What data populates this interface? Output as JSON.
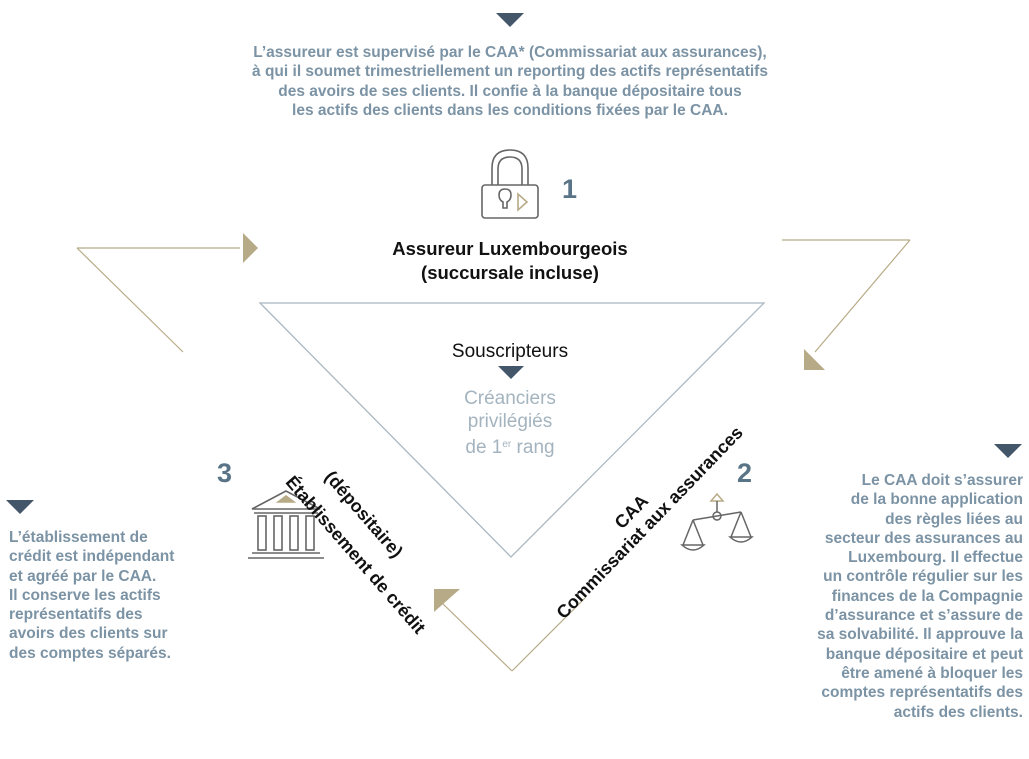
{
  "top_text": [
    "L’assureur est supervisé par le CAA* (Commissariat aux assurances),",
    "à qui il soumet trimestriellement un reporting des actifs représentatifs",
    "des avoirs de ses clients. Il confie à la banque dépositaire tous",
    "les actifs des clients dans les conditions fixées par le CAA."
  ],
  "node1": {
    "number": "1",
    "title_lines": [
      "Assureur Luxembourgeois",
      "(succursale incluse)"
    ],
    "icon": "padlock-icon"
  },
  "node2": {
    "number": "2",
    "label_line1": "CAA",
    "label_line2": "Commissariat aux assurances",
    "icon": "scales-icon"
  },
  "node3": {
    "number": "3",
    "label_line1": "Établissement de crédit",
    "label_line2": "(dépositaire)",
    "icon": "bank-icon"
  },
  "center": {
    "souscripteurs": "Souscripteurs",
    "creanciers_line1": "Créanciers",
    "creanciers_line2": "privilégiés",
    "creanciers_line3_prefix": "de 1",
    "creanciers_line3_sup": "er",
    "creanciers_line3_suffix": " rang"
  },
  "left_text": [
    "L’établissement de",
    "crédit est indépendant",
    "et agréé par le CAA.",
    "Il conserve les actifs",
    "représentatifs des",
    "avoirs des clients sur",
    "des comptes séparés."
  ],
  "right_text": [
    "Le CAA doit s’assurer",
    "de la bonne application",
    "des règles liées au",
    "secteur des assurances au",
    "Luxembourg. Il effectue",
    "un contrôle régulier sur les",
    "finances de la Compagnie",
    "d’assurance et s’assure de",
    "sa solvabilité. Il approuve la",
    "banque dépositaire et peut",
    "être amené à bloquer les",
    "comptes représentatifs des",
    "actifs des clients."
  ],
  "colors": {
    "navy": "#44566a",
    "text_blue": "#7b93a4",
    "light_blue": "#a4b4bf",
    "gold": "#b7aa86",
    "triangle": "#aab8c2"
  }
}
